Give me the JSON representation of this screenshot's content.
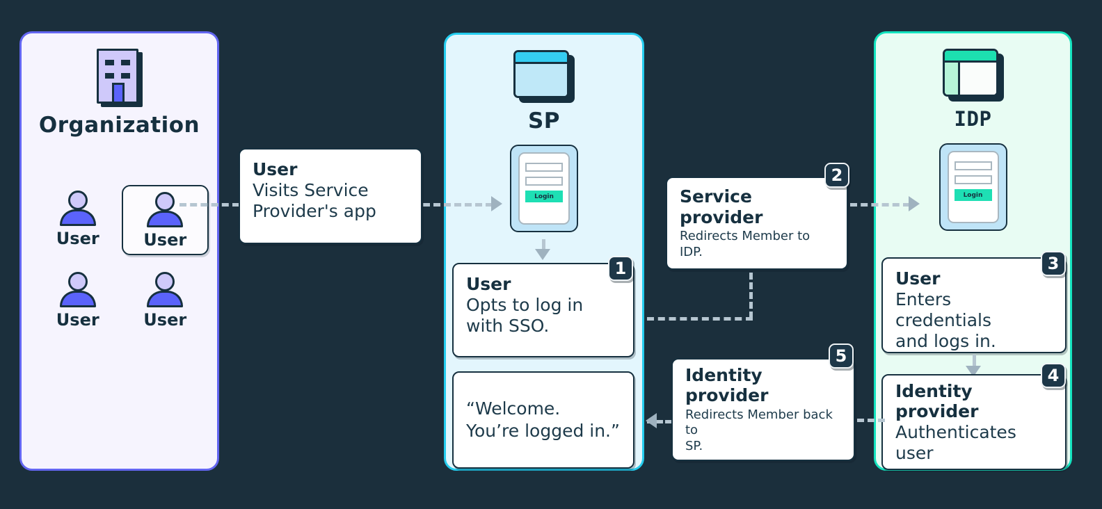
{
  "colors": {
    "background": "#1b2f3c",
    "org_border": "#6366f1",
    "org_fill": "#f6f4fe",
    "sp_border": "#25cdef",
    "sp_fill": "#e3f6fd",
    "idp_border": "#14e3bf",
    "idp_fill": "#e8fcf3",
    "badge_bg": "#1d3748",
    "accent_teal": "#1edfb4",
    "connector": "#b6c6d1",
    "ink": "#16303f"
  },
  "org_panel": {
    "icon": "building-icon",
    "title": "Organization",
    "users": [
      {
        "label": "User",
        "selected": false
      },
      {
        "label": "User",
        "selected": true
      },
      {
        "label": "User",
        "selected": false
      },
      {
        "label": "User",
        "selected": false
      }
    ]
  },
  "sp_panel": {
    "icon": "browser-window-icon",
    "title": "SP",
    "login_mock": {
      "button_label": "Login",
      "field_count": 2
    },
    "cards": [
      {
        "badge": "1",
        "title": "User",
        "body": "Opts to log in\nwith SSO."
      },
      {
        "badge": "",
        "quote": "“Welcome.\nYou’re logged in.”"
      }
    ]
  },
  "idp_panel": {
    "icon": "browser-window-sidebar-icon",
    "title": "IDP",
    "login_mock": {
      "button_label": "Login",
      "field_count": 2
    },
    "cards": [
      {
        "badge": "3",
        "title": "User",
        "body": "Enters credentials\nand logs in."
      },
      {
        "badge": "4",
        "title": "Identity provider",
        "body": "Authenticates user"
      }
    ]
  },
  "floating_cards": [
    {
      "id": "user-visits-sp",
      "badge": "",
      "title": "User",
      "body": "Visits Service\nProvider's app"
    },
    {
      "id": "sp-redirects",
      "badge": "2",
      "title": "Service provider",
      "body": "Redirects Member to IDP."
    },
    {
      "id": "idp-redirects-back",
      "badge": "5",
      "title": "Identity provider",
      "body": "Redirects Member back to\nSP."
    }
  ]
}
